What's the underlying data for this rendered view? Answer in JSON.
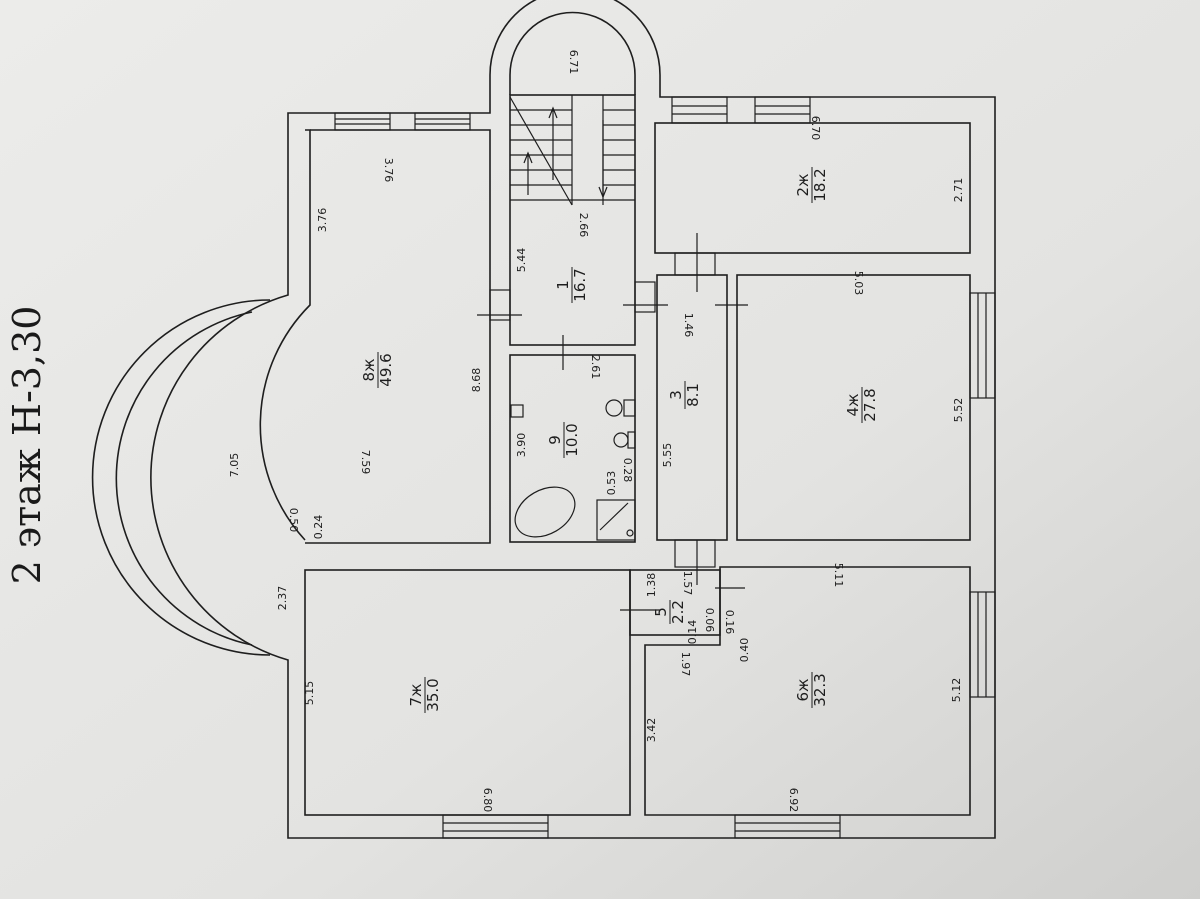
{
  "title": "2 этаж Н-3,30",
  "rooms": [
    {
      "number": "8ж",
      "area": "49.6"
    },
    {
      "number": "1",
      "area": "16.7"
    },
    {
      "number": "9",
      "area": "10.0"
    },
    {
      "number": "2ж",
      "area": "18.2"
    },
    {
      "number": "3",
      "area": "8.1"
    },
    {
      "number": "4ж",
      "area": "27.8"
    },
    {
      "number": "7ж",
      "area": "35.0"
    },
    {
      "number": "5",
      "area": "2.2"
    },
    {
      "number": "6ж",
      "area": "32.3"
    }
  ],
  "dims": [
    "3.76",
    "3.76",
    "8.68",
    "7.59",
    "7.05",
    "0.50",
    "0.24",
    "2.37",
    "5.44",
    "2.66",
    "2.61",
    "3.90",
    "0.53",
    "0.28",
    "6.71",
    "6.70",
    "2.71",
    "5.03",
    "1.46",
    "5.55",
    "5.52",
    "5.11",
    "1.38",
    "1.57",
    "0.14",
    "0.06",
    "0.16",
    "0.40",
    "1.97",
    "5.15",
    "3.42",
    "5.12",
    "6.80",
    "6.92"
  ]
}
